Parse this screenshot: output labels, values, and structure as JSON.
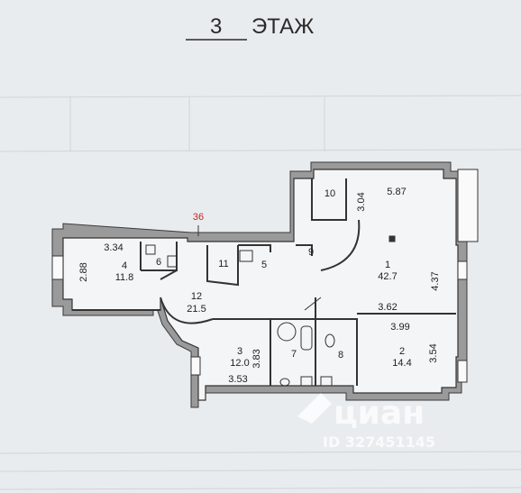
{
  "floor": {
    "number": "3",
    "word": "ЭТАЖ"
  },
  "marker": "36",
  "rooms": [
    {
      "id": "r1",
      "number": "1",
      "area": "42.7"
    },
    {
      "id": "r2",
      "number": "2",
      "area": "14.4"
    },
    {
      "id": "r3",
      "number": "3",
      "area": "12.0"
    },
    {
      "id": "r4",
      "number": "4",
      "area": "11.8"
    },
    {
      "id": "r5",
      "number": "5",
      "area": ""
    },
    {
      "id": "r6",
      "number": "6",
      "area": ""
    },
    {
      "id": "r7",
      "number": "7",
      "area": ""
    },
    {
      "id": "r8",
      "number": "8",
      "area": ""
    },
    {
      "id": "r9",
      "number": "9",
      "area": ""
    },
    {
      "id": "r10",
      "number": "10",
      "area": ""
    },
    {
      "id": "r11",
      "number": "11",
      "area": ""
    },
    {
      "id": "r12",
      "number": "12",
      "area": "21.5"
    }
  ],
  "dimensions": {
    "d334": "3.34",
    "d288": "2.88",
    "d304": "3.04",
    "d587": "5.87",
    "d437": "4.37",
    "d362": "3.62",
    "d399": "3.99",
    "d354": "3.54",
    "d383": "3.83",
    "d353": "3.53"
  },
  "watermark": {
    "brand": "циан",
    "id": "ID 327451145"
  },
  "colors": {
    "marker": "#c0282a",
    "wall": "#9a9a9a",
    "paper": "#e9ecef"
  }
}
